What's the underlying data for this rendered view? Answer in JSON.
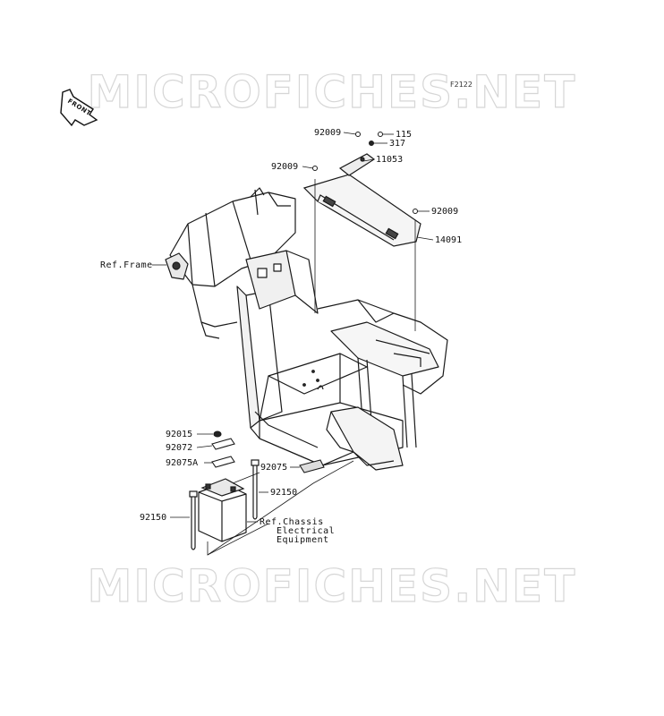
{
  "diagram_code": "F2122",
  "watermark_text": "MICROFICHES.NET",
  "front_label": "FRONT",
  "parts": {
    "p92009a": "92009",
    "p115": "115",
    "p317": "317",
    "p92009b": "92009",
    "p11053": "11053",
    "p92009c": "92009",
    "p14091": "14091",
    "p92015": "92015",
    "p92072": "92072",
    "p92075a": "92075A",
    "p92075": "92075",
    "p92150a": "92150",
    "p92150b": "92150"
  },
  "refs": {
    "frame": "Ref.Frame",
    "chassis_line1": "Ref.Chassis",
    "chassis_line2": "Electrical",
    "chassis_line3": "Equipment"
  },
  "colors": {
    "line": "#1a1a1a",
    "watermark": "#d6d6d6"
  }
}
